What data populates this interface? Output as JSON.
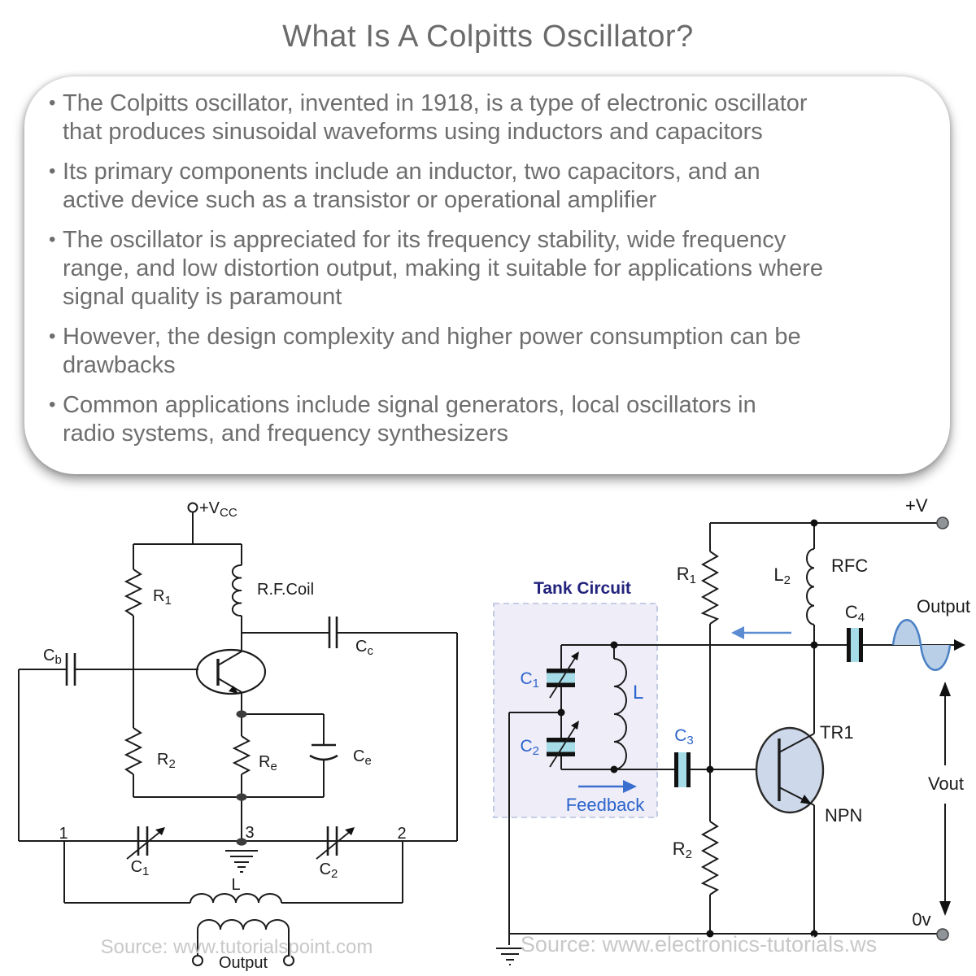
{
  "title": "What Is A Colpitts Oscillator?",
  "card": {
    "bullets": [
      [
        "The Colpitts oscillator, invented in 1918, is a type of electronic oscillator",
        "that produces sinusoidal waveforms using inductors and capacitors"
      ],
      [
        "Its primary components include an inductor, two capacitors, and an",
        "active device such as a transistor or operational amplifier"
      ],
      [
        "The oscillator is appreciated for its frequency stability, wide frequency",
        "range, and low distortion output, making it suitable for applications where",
        "signal quality is paramount"
      ],
      [
        "However, the design complexity and higher power consumption can be",
        "drawbacks"
      ],
      [
        "Common applications include signal generators, local oscillators in",
        "radio systems, and frequency synthesizers"
      ]
    ]
  },
  "left": {
    "source": "Source: www.tutorialspoint.com",
    "vcc": {
      "m": "+V",
      "s": "CC"
    },
    "r1": {
      "m": "R",
      "s": "1"
    },
    "rf_coil": "R.F.Coil",
    "cc": {
      "m": "C",
      "s": "c"
    },
    "cb": {
      "m": "C",
      "s": "b"
    },
    "r2": {
      "m": "R",
      "s": "2"
    },
    "re": {
      "m": "R",
      "s": "e"
    },
    "ce": {
      "m": "C",
      "s": "e"
    },
    "c1": {
      "m": "C",
      "s": "1"
    },
    "c2": {
      "m": "C",
      "s": "2"
    },
    "n1": "1",
    "n2": "2",
    "n3": "3",
    "l": "L",
    "output": "Output"
  },
  "right": {
    "source": "Source: www.electronics-tutorials.ws",
    "plus_v": "+V",
    "zero_v": "0v",
    "vout": "Vout",
    "r1": {
      "m": "R",
      "s": "1"
    },
    "r2": {
      "m": "R",
      "s": "2"
    },
    "l2": {
      "m": "L",
      "s": "2"
    },
    "rfc": "RFC",
    "c1": {
      "m": "C",
      "s": "1"
    },
    "c2": {
      "m": "C",
      "s": "2"
    },
    "c3": {
      "m": "C",
      "s": "3"
    },
    "c4": {
      "m": "C",
      "s": "4"
    },
    "l": "L",
    "tr1": "TR1",
    "npn": "NPN",
    "tank": "Tank Circuit",
    "feedback": "Feedback",
    "output": "Output"
  },
  "colors": {
    "accent_blue": "#2b64cc",
    "navy_title": "#23237e",
    "capacitor_fill": "#a6dbe8",
    "transistor_fill": "#cdd8ea",
    "terminal_gray": "#8f9499",
    "sine_stroke": "#4a80c4",
    "sine_fill": "#b9cfe8",
    "tank_box_fill": "#efedf8",
    "watermark_gray": "#c8c8c8",
    "text_gray": "#6e6e6e"
  }
}
